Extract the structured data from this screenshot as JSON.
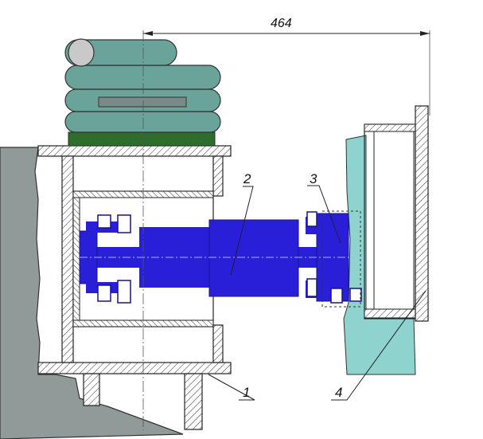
{
  "drawing": {
    "dimension_label": "464",
    "callouts": [
      "1",
      "2",
      "3",
      "4"
    ]
  },
  "colors": {
    "shaft_blue": "#2a1fd8",
    "spring_teal": "#6aa39a",
    "spring_pad_green": "#2f6d2f",
    "body_gray": "#8f9a99",
    "wall_cyan": "#8fd3cf",
    "outline": "#222222"
  }
}
